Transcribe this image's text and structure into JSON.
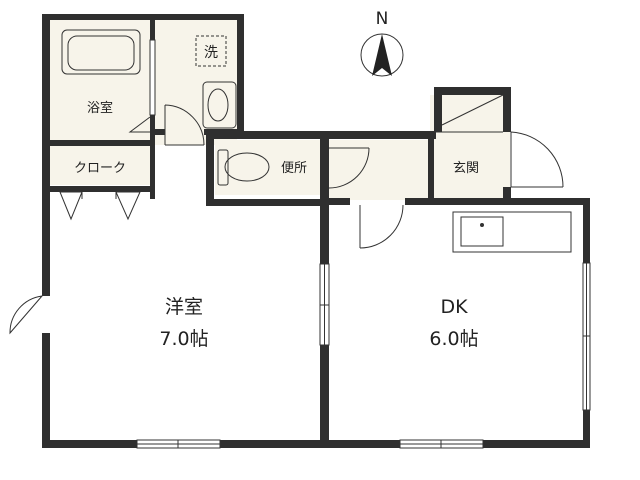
{
  "colors": {
    "wall": "#2f2f2f",
    "floor": "#ffffff",
    "wet_floor": "#f7f4ea",
    "line": "#333333",
    "label": "#222222"
  },
  "compass": {
    "label": "N"
  },
  "rooms": {
    "western_room": {
      "name": "洋室",
      "size": "7.0帖"
    },
    "dk": {
      "name": "DK",
      "size": "6.0帖"
    },
    "bath": {
      "name": "浴室"
    },
    "closet": {
      "name": "クローク"
    },
    "washer": {
      "name": "洗"
    },
    "toilet": {
      "name": "便所"
    },
    "entrance": {
      "name": "玄関"
    }
  }
}
